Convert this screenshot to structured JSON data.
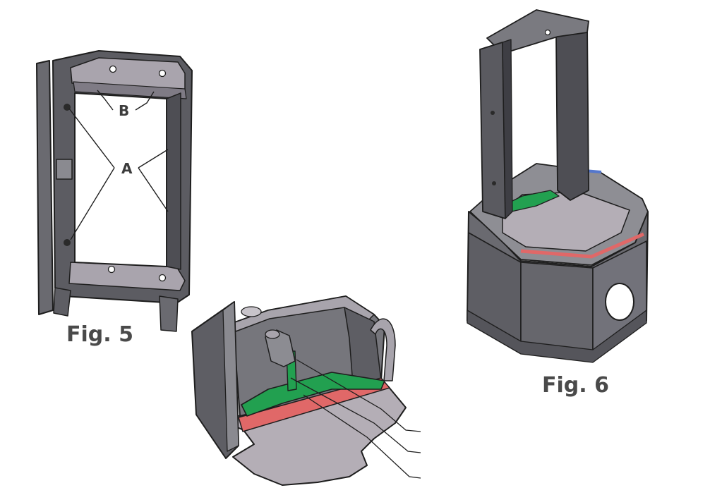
{
  "figures": {
    "fig5": {
      "caption": "Fig. 5",
      "callouts": {
        "a": "A",
        "b": "B"
      }
    },
    "fig6": {
      "caption": "Fig. 6"
    }
  },
  "colors": {
    "frame_dark": "#5a5a5e",
    "frame_mid": "#7a7a80",
    "frame_light": "#a8a4ac",
    "floor": "#b4aeb6",
    "seal_red": "#e06868",
    "grate_green": "#22a050",
    "outline": "#1e1e1e"
  }
}
